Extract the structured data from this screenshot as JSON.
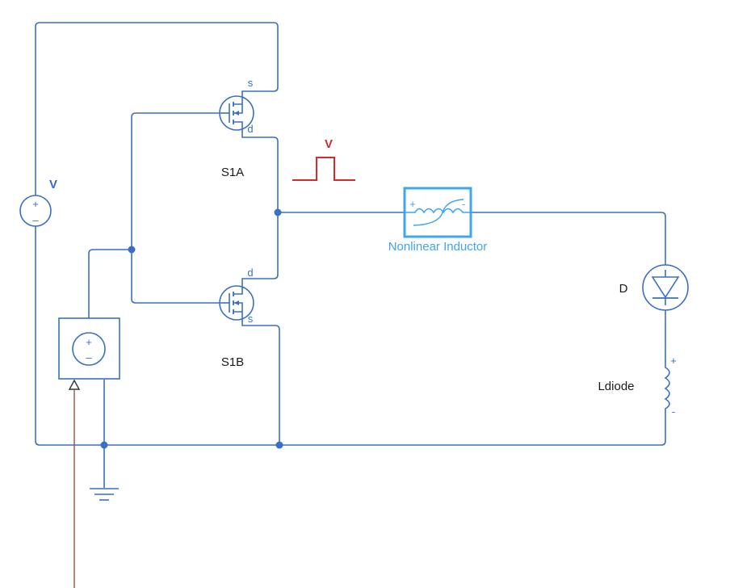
{
  "components": {
    "dc_source": {
      "label": "V",
      "plus": "+",
      "minus": "–"
    },
    "pulse_source": {
      "label": "V"
    },
    "switch_a": {
      "label": "S1A",
      "pin_s": "s",
      "pin_d": "d"
    },
    "switch_b": {
      "label": "S1B",
      "pin_s": "s",
      "pin_d": "d"
    },
    "nonlinear_inductor": {
      "label": "Nonlinear Inductor",
      "plus": "+",
      "minus": "-"
    },
    "diode": {
      "label": "D"
    },
    "inductor_diode": {
      "label": "Ldiode",
      "plus": "+",
      "minus": "-"
    },
    "controlled_source": {
      "plus": "+",
      "minus": "–"
    }
  },
  "colors": {
    "wire": "#3a6fc4",
    "selected": "#3fa5ee",
    "signal": "#d42a2a",
    "signal_line": "#a0503c"
  }
}
